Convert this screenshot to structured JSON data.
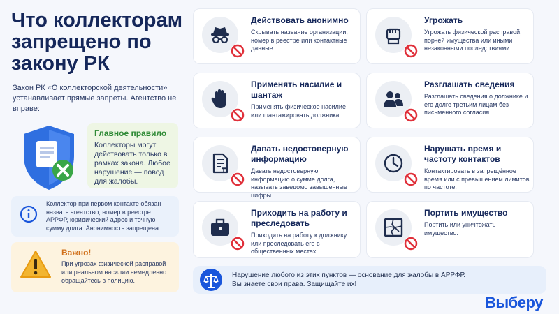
{
  "title": "Что коллекторам запрещено по закону РК",
  "intro": "Закон РК «О коллекторской деятельности» устанавливает прямые запреты. Агентство не вправе:",
  "main_rule": {
    "title": "Главное правило",
    "text": "Коллекторы могут действовать только в рамках закона. Любое нарушение — повод для жалобы."
  },
  "info": {
    "text": "Коллектор при первом контакте обязан назвать агентство, номер в реестре АРРФР, юридический адрес и точную сумму долга. Анонимность запрещена."
  },
  "warning": {
    "title": "Важно!",
    "text": "При угрозах физической расправой или реальном насилии немедленно обращайтесь в полицию."
  },
  "cards": [
    {
      "title": "Действовать анонимно",
      "text": "Скрывать название организации, номер в реестре или контактные данные.",
      "icon": "incognito-icon"
    },
    {
      "title": "Угрожать",
      "text": "Угрожать физической расправой, порчей имущества или иными незаконными последствиями.",
      "icon": "fist-icon"
    },
    {
      "title": "Применять насилие и шантаж",
      "text": "Применять физическое насилие или шантажировать должника.",
      "icon": "stop-hand-icon"
    },
    {
      "title": "Разглашать сведения",
      "text": "Разглашать сведения о должнике и его долге третьим лицам без письменного согласия.",
      "icon": "people-icon"
    },
    {
      "title": "Давать недостоверную информацию",
      "text": "Давать недостоверную информацию о сумме долга, называть заведомо завышенные цифры.",
      "icon": "document-icon"
    },
    {
      "title": "Нарушать время и частоту контактов",
      "text": "Контактировать в запрещённое время или с превышением лимитов по частоте.",
      "icon": "clock-icon"
    },
    {
      "title": "Приходить на работу и преследовать",
      "text": "Приходить на работу к должнику или преследовать его в общественных местах.",
      "icon": "briefcase-icon"
    },
    {
      "title": "Портить имущество",
      "text": "Портить или уничтожать имущество.",
      "icon": "broken-window-icon"
    }
  ],
  "footer": {
    "line1": "Нарушение любого из этих пунктов — основание для жалобы в АРРФР.",
    "line2": "Вы знаете свои права. Защищайте их!"
  },
  "logo": "Выберу",
  "colors": {
    "navy": "#15275a",
    "brand_blue": "#1a56db",
    "green": "#2f8a36",
    "orange": "#d1701a",
    "ban_red": "#e0303a"
  }
}
